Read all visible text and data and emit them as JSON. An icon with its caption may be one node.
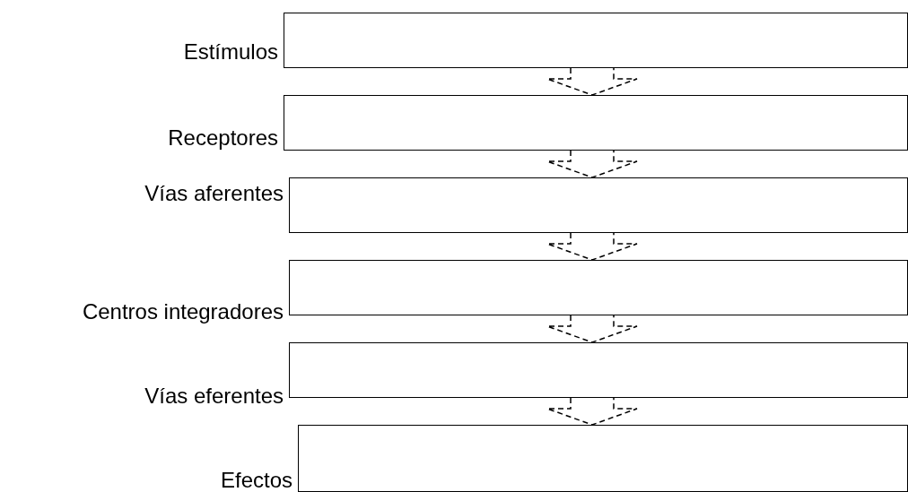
{
  "diagram": {
    "nodes": [
      {
        "text": [],
        "shape": "box",
        "beside": [
          "Estímulos"
        ]
      },
      {
        "text": [],
        "shape": "box",
        "beside": [
          "Receptores"
        ]
      },
      {
        "text": [],
        "shape": "box",
        "beside": [
          "Vías aferentes"
        ]
      },
      {
        "text": [],
        "shape": "box",
        "beside": [
          "Centros integradores"
        ]
      },
      {
        "text": [],
        "shape": "box",
        "beside": [
          "Vías eferentes"
        ]
      },
      {
        "text": [],
        "shape": "box",
        "beside": [
          "Efectos"
        ]
      }
    ],
    "edges": [
      {
        "from": 0,
        "to": 1,
        "arrow": "to",
        "style": "dashed"
      },
      {
        "from": 1,
        "to": 2,
        "arrow": "to",
        "style": "dashed"
      },
      {
        "from": 2,
        "to": 3,
        "arrow": "to",
        "style": "dashed"
      },
      {
        "from": 3,
        "to": 4,
        "arrow": "to",
        "style": "dashed"
      },
      {
        "from": 4,
        "to": 5,
        "arrow": "to",
        "style": "dashed"
      }
    ]
  }
}
